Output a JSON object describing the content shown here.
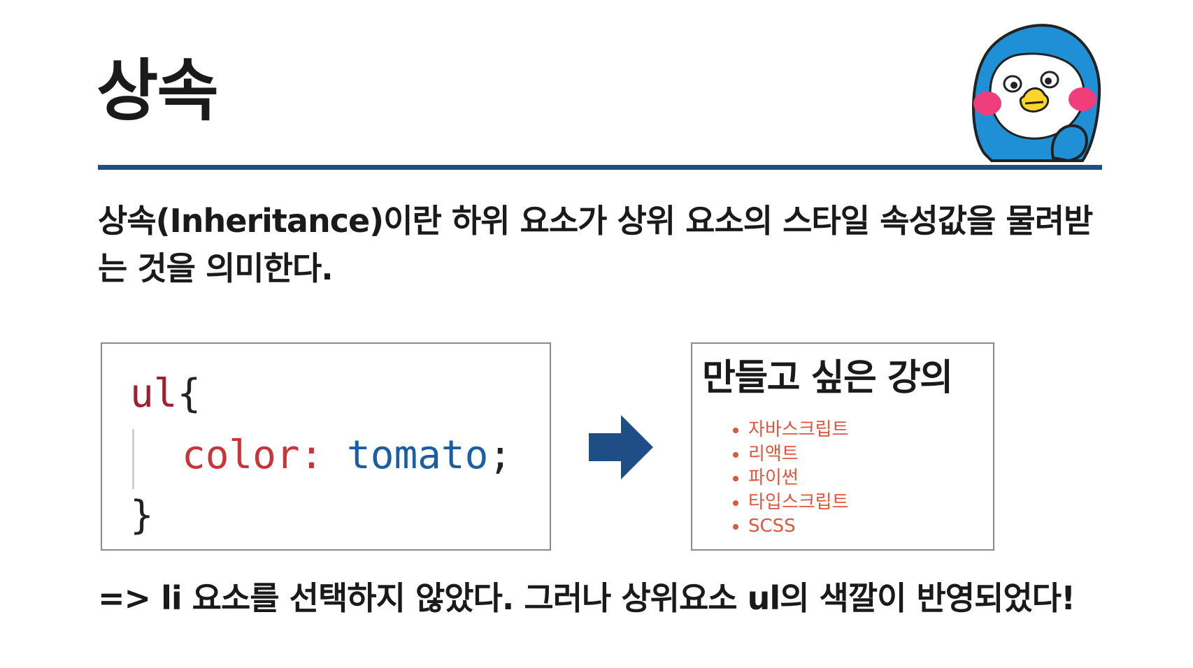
{
  "title": "상속",
  "description": "상속(Inheritance)이란 하위 요소가 상위 요소의 스타일 속성값을 물려받는 것을 의미한다.",
  "code": {
    "selector": "ul",
    "open_brace": "{",
    "property": "color:",
    "value": "tomato",
    "semicolon": ";",
    "close_brace": "}"
  },
  "result": {
    "heading": "만들고 싶은 강의",
    "items": [
      "자바스크립트",
      "리액트",
      "파이썬",
      "타입스크립트",
      "SCSS"
    ],
    "item_color": "#e0553c"
  },
  "conclusion": "=> li 요소를 선택하지 않았다. 그러나 상위요소 ul의 색깔이 반영되었다!",
  "colors": {
    "rule": "#1f4e86",
    "arrow": "#1f4e86",
    "selector": "#a11f2c",
    "property": "#c8343a",
    "value": "#1a5fa3"
  },
  "icons": {
    "mascot": "penguin-mascot-icon",
    "arrow": "right-arrow-icon"
  }
}
